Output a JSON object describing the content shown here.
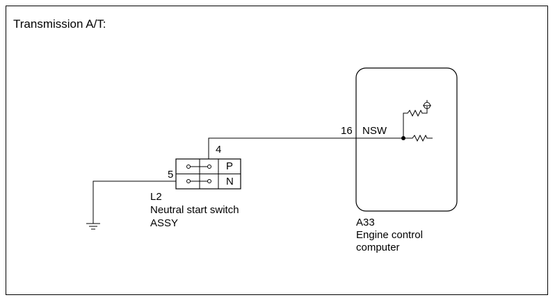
{
  "title": "Transmission A/T:",
  "switch": {
    "id": "L2",
    "name_line1": "Neutral start switch",
    "name_line2": "ASSY",
    "positions": [
      "P",
      "N"
    ],
    "pin_top": "4",
    "pin_left": "5"
  },
  "ecu": {
    "id": "A33",
    "name_line1": "Engine control",
    "name_line2": "computer",
    "pin": "16",
    "signal": "NSW"
  },
  "colors": {
    "line": "#000000",
    "background": "#ffffff"
  }
}
